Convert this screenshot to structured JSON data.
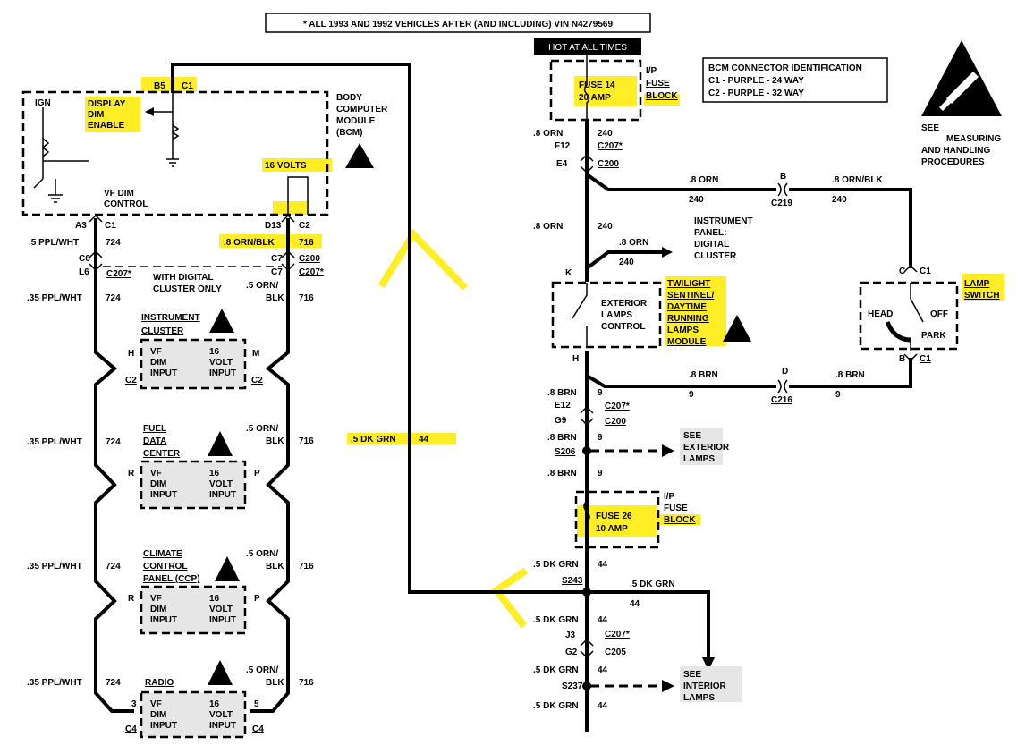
{
  "header": {
    "note": "* ALL 1993 AND 1992 VEHICLES AFTER (AND INCLUDING) VIN N4279569",
    "hot_label": "HOT AT ALL TIMES"
  },
  "colors": {
    "highlight": "#ffeb00",
    "wire": "#000000",
    "stipple": "#e6e6e6"
  },
  "icons": [
    "esd-warning-icon",
    "esd-small-icon",
    "ground-icon",
    "fuse-icon",
    "splice-icon",
    "connector-icon",
    "arrow-icon"
  ],
  "bcm_id": {
    "title": "BCM CONNECTOR IDENTIFICATION",
    "c1": "C1 - PURPLE - 24 WAY",
    "c2": "C2 - PURPLE - 32 WAY"
  },
  "esd_note": {
    "see": "SEE",
    "l1": "MEASURING",
    "l2": "AND HANDLING",
    "l3": "PROCEDURES"
  },
  "bcm": {
    "l1": "BODY",
    "l2": "COMPUTER",
    "l3": "MODULE",
    "l4": "(BCM)",
    "ign": "IGN",
    "display1": "DISPLAY",
    "display2": "DIM",
    "display3": "ENABLE",
    "volts": "16 VOLTS",
    "vfdim1": "VF DIM",
    "vfdim2": "CONTROL",
    "b5": "B5",
    "c1a": "C1",
    "a3": "A3",
    "c1b": "C1",
    "d13": "D13",
    "c2": "C2"
  },
  "left_wires": {
    "ppl": ".5 PPL/WHT",
    "ppl_num": "724",
    "orn_blk": ".8 ORN/BLK",
    "orn_num": "716",
    "c6": "C6",
    "c7": "C7",
    "c200": "C200",
    "l6": "L6",
    "c207a": "C207*",
    "c7b": "C7",
    "c207b": "C207*",
    "digital1": "WITH DIGITAL",
    "digital2": "CLUSTER ONLY",
    "p35": ".35 PPL/WHT",
    "p35_num": "724",
    "orn5a": ".5 ORN/",
    "orn5b": "BLK",
    "orn5_num": "716"
  },
  "modules": [
    {
      "t1": "INSTRUMENT",
      "t2": "CLUSTER",
      "t3": "",
      "left_pin": "H",
      "right_pin": "M",
      "conn": "C2"
    },
    {
      "t1": "FUEL",
      "t2": "DATA",
      "t3": "CENTER",
      "left_pin": "R",
      "right_pin": "P",
      "conn": ""
    },
    {
      "t1": "CLIMATE",
      "t2": "CONTROL",
      "t3": "PANEL (CCP)",
      "left_pin": "R",
      "right_pin": "P",
      "conn": ""
    },
    {
      "t1": "RADIO",
      "t2": "",
      "t3": "",
      "left_pin": "3",
      "right_pin": "5",
      "conn": "C4"
    }
  ],
  "module_inputs": {
    "vf1": "VF",
    "vf2": "DIM",
    "vf3": "INPUT",
    "v1": "16",
    "v2": "VOLT",
    "v3": "INPUT"
  },
  "dk_grn_mid": {
    "label": ".5 DK GRN",
    "num": "44"
  },
  "fuse14": {
    "l1": "FUSE 14",
    "l2": "20 AMP",
    "b1": "I/P",
    "b2": "FUSE",
    "b3": "BLOCK"
  },
  "right_wires": {
    "orn8": ".8 ORN",
    "n240": "240",
    "f12": "F12",
    "c207": "C207*",
    "e4": "E4",
    "c200": "C200",
    "top_orn": ".8 ORN",
    "top_240": "240",
    "b": "B",
    "c219": "C219",
    "orn_blk": ".8 ORN/BLK",
    "ob_240": "240",
    "ipd1": "INSTRUMENT",
    "ipd2": "PANEL:",
    "ipd3": "DIGITAL",
    "ipd4": "CLUSTER",
    "k": "K"
  },
  "ext_ctrl": {
    "l1": "EXTERIOR",
    "l2": "LAMPS",
    "l3": "CONTROL",
    "m1": "TWILIGHT",
    "m2": "SENTINEL/",
    "m3": "DAYTIME",
    "m4": "RUNNING",
    "m5": "LAMPS",
    "m6": "MODULE",
    "h": "H"
  },
  "lamp_switch": {
    "l1": "LAMP",
    "l2": "SWITCH",
    "head": "HEAD",
    "off": "OFF",
    "park": "PARK",
    "c": "C",
    "b": "B",
    "c1": "C1"
  },
  "lower_right": {
    "brn8": ".8 BRN",
    "n9": "9",
    "d": "D",
    "c216": "C216",
    "e12": "E12",
    "g9": "G9",
    "s206": "S206",
    "see_ext1": "SEE",
    "see_ext2": "EXTERIOR",
    "see_ext3": "LAMPS",
    "fuse26a": "FUSE 26",
    "fuse26b": "10 AMP",
    "dkgrn": ".5 DK GRN",
    "n44": "44",
    "s243": "S243",
    "j3": "J3",
    "g2": "G2",
    "c205": "C205",
    "s237": "S237",
    "see_int1": "SEE",
    "see_int2": "INTERIOR",
    "see_int3": "LAMPS"
  }
}
